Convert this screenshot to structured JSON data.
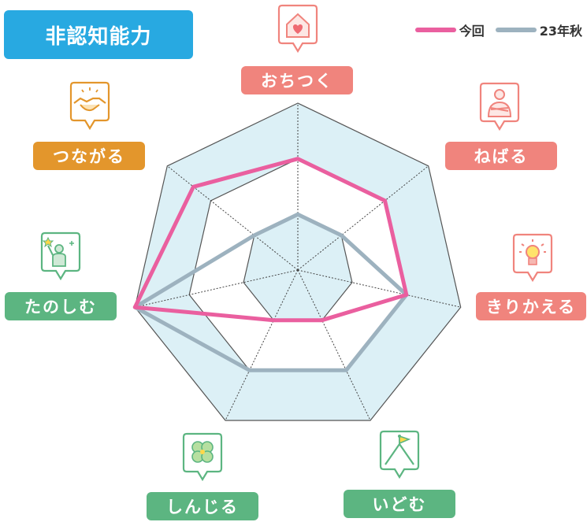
{
  "title": "非認知能力",
  "colors": {
    "current": "#ea5f9f",
    "previous": "#9db2bf",
    "area_fill": "#dcf0f6",
    "title_bg": "#28a9e1",
    "label_red": "#f0847d",
    "label_orange": "#e3962c",
    "label_green": "#5cb581"
  },
  "chart_data": {
    "type": "radar",
    "title": "非認知能力",
    "categories": [
      "おちつく",
      "ねばる",
      "きりかえる",
      "いどむ",
      "しんじる",
      "たのしむ",
      "つながる"
    ],
    "category_icons": [
      "house-heart-icon",
      "arms-crossed-person-icon",
      "lightbulb-icon",
      "mountain-flag-icon",
      "clover-icon",
      "raised-hand-person-icon",
      "handshake-icon"
    ],
    "category_colors": [
      "#f0847d",
      "#f0847d",
      "#f0847d",
      "#5cb581",
      "#5cb581",
      "#5cb581",
      "#e3962c"
    ],
    "levels": 3,
    "rmax": 3,
    "legend_position": "top-right",
    "series": [
      {
        "name": "今回",
        "color": "#ea5f9f",
        "values": [
          2.0,
          2.0,
          2.0,
          1.0,
          1.0,
          3.0,
          2.4
        ]
      },
      {
        "name": "23年秋",
        "color": "#9db2bf",
        "values": [
          1.0,
          1.0,
          2.0,
          2.0,
          2.0,
          3.0,
          1.0
        ]
      }
    ]
  }
}
